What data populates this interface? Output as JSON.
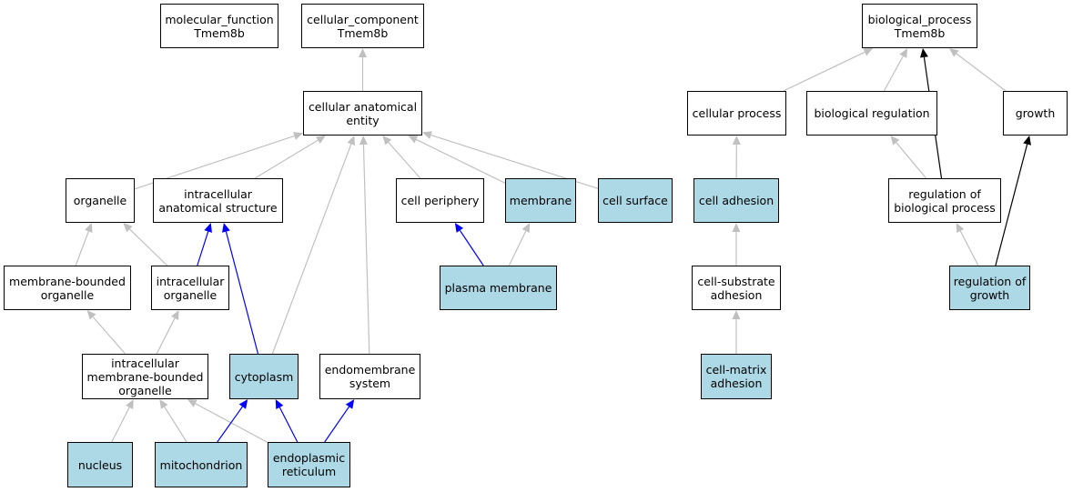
{
  "colors": {
    "highlight_fill": "#add8e6",
    "node_fill": "#ffffff",
    "border": "#000000",
    "edge_gray": "#c0c0c0",
    "edge_blue": "#0000ff",
    "edge_black": "#000000"
  },
  "nodes": {
    "mf": {
      "label": "molecular_function\nTmem8b",
      "highlight": false
    },
    "cc": {
      "label": "cellular_component\nTmem8b",
      "highlight": false
    },
    "bp": {
      "label": "biological_process\nTmem8b",
      "highlight": false
    },
    "cae": {
      "label": "cellular anatomical\nentity",
      "highlight": false
    },
    "cellproc": {
      "label": "cellular process",
      "highlight": false
    },
    "bioreg": {
      "label": "biological regulation",
      "highlight": false
    },
    "growth": {
      "label": "growth",
      "highlight": false
    },
    "organelle": {
      "label": "organelle",
      "highlight": false
    },
    "ias": {
      "label": "intracellular\nanatomical structure",
      "highlight": false
    },
    "cellperiph": {
      "label": "cell periphery",
      "highlight": false
    },
    "membrane": {
      "label": "membrane",
      "highlight": true
    },
    "cellsurface": {
      "label": "cell surface",
      "highlight": true
    },
    "celladh": {
      "label": "cell adhesion",
      "highlight": true
    },
    "regbio": {
      "label": "regulation of\nbiological process",
      "highlight": false
    },
    "mbo": {
      "label": "membrane-bounded\norganelle",
      "highlight": false
    },
    "io": {
      "label": "intracellular\norganelle",
      "highlight": false
    },
    "pm": {
      "label": "plasma membrane",
      "highlight": true
    },
    "csa": {
      "label": "cell-substrate\nadhesion",
      "highlight": false
    },
    "reggrowth": {
      "label": "regulation of\ngrowth",
      "highlight": true
    },
    "imbo": {
      "label": "intracellular\nmembrane-bounded\norganelle",
      "highlight": false
    },
    "cytoplasm": {
      "label": "cytoplasm",
      "highlight": true
    },
    "endomem": {
      "label": "endomembrane\nsystem",
      "highlight": false
    },
    "cma": {
      "label": "cell-matrix\nadhesion",
      "highlight": true
    },
    "nucleus": {
      "label": "nucleus",
      "highlight": true
    },
    "mito": {
      "label": "mitochondrion",
      "highlight": true
    },
    "er": {
      "label": "endoplasmic\nreticulum",
      "highlight": true
    }
  },
  "edges": [
    {
      "from": "cae",
      "to": "cc",
      "color": "gray"
    },
    {
      "from": "organelle",
      "to": "cae",
      "color": "gray"
    },
    {
      "from": "ias",
      "to": "cae",
      "color": "gray"
    },
    {
      "from": "cytoplasm",
      "to": "cae",
      "color": "gray"
    },
    {
      "from": "endomem",
      "to": "cae",
      "color": "gray"
    },
    {
      "from": "cellperiph",
      "to": "cae",
      "color": "gray"
    },
    {
      "from": "membrane",
      "to": "cae",
      "color": "gray"
    },
    {
      "from": "cellsurface",
      "to": "cae",
      "color": "gray"
    },
    {
      "from": "mbo",
      "to": "organelle",
      "color": "gray"
    },
    {
      "from": "io",
      "to": "organelle",
      "color": "gray"
    },
    {
      "from": "io",
      "to": "ias",
      "color": "blue"
    },
    {
      "from": "cytoplasm",
      "to": "ias",
      "color": "blue"
    },
    {
      "from": "pm",
      "to": "cellperiph",
      "color": "blue"
    },
    {
      "from": "pm",
      "to": "membrane",
      "color": "gray"
    },
    {
      "from": "imbo",
      "to": "mbo",
      "color": "gray"
    },
    {
      "from": "imbo",
      "to": "io",
      "color": "gray"
    },
    {
      "from": "nucleus",
      "to": "imbo",
      "color": "gray"
    },
    {
      "from": "mito",
      "to": "imbo",
      "color": "gray"
    },
    {
      "from": "er",
      "to": "imbo",
      "color": "gray"
    },
    {
      "from": "mito",
      "to": "cytoplasm",
      "color": "blue"
    },
    {
      "from": "er",
      "to": "cytoplasm",
      "color": "blue"
    },
    {
      "from": "er",
      "to": "endomem",
      "color": "blue"
    },
    {
      "from": "cellproc",
      "to": "bp",
      "color": "gray"
    },
    {
      "from": "bioreg",
      "to": "bp",
      "color": "gray"
    },
    {
      "from": "regbio",
      "to": "bp",
      "color": "black"
    },
    {
      "from": "growth",
      "to": "bp",
      "color": "gray"
    },
    {
      "from": "celladh",
      "to": "cellproc",
      "color": "gray"
    },
    {
      "from": "regbio",
      "to": "bioreg",
      "color": "gray"
    },
    {
      "from": "csa",
      "to": "celladh",
      "color": "gray"
    },
    {
      "from": "cma",
      "to": "csa",
      "color": "gray"
    },
    {
      "from": "reggrowth",
      "to": "regbio",
      "color": "gray"
    },
    {
      "from": "reggrowth",
      "to": "growth",
      "color": "black"
    }
  ]
}
